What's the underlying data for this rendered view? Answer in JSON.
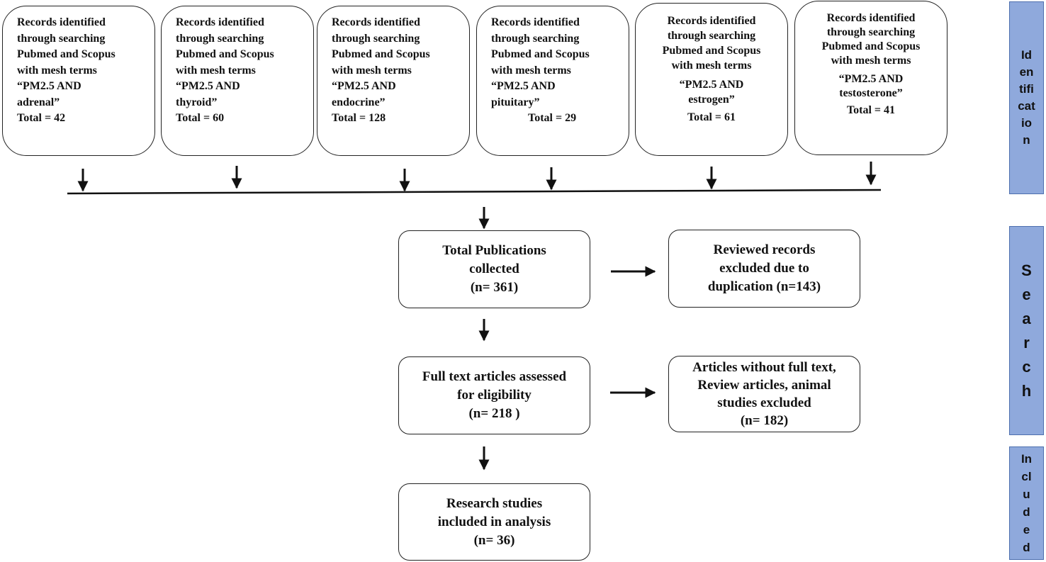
{
  "sources": [
    {
      "lines": [
        "Records identified",
        "through  searching",
        "Pubmed  and Scopus",
        "with mesh terms",
        "“PM2.5 AND",
        "adrenal”",
        "Total = 42"
      ]
    },
    {
      "lines": [
        "Records identified",
        "through  searching",
        "Pubmed  and Scopus",
        "with mesh terms",
        "“PM2.5 AND",
        "thyroid”",
        "Total = 60"
      ]
    },
    {
      "lines": [
        "Records identified",
        "through  searching",
        "Pubmed  and Scopus",
        "with mesh terms",
        "“PM2.5 AND",
        "endocrine”",
        "Total = 128"
      ]
    },
    {
      "lines": [
        "Records identified",
        "through  searching",
        "Pubmed  and Scopus",
        "with mesh terms",
        "“PM2.5 AND",
        "pituitary”",
        "Total = 29"
      ]
    },
    {
      "lines": [
        "Records identified",
        "through  searching",
        "Pubmed  and Scopus",
        "with mesh terms",
        "“PM2.5 AND",
        "estrogen”",
        "Total = 61"
      ]
    },
    {
      "lines": [
        "Records identified",
        "through  searching",
        "Pubmed  and Scopus",
        "with mesh terms",
        "“PM2.5 AND",
        "testosterone”",
        "Total = 41"
      ]
    }
  ],
  "flow": {
    "total": {
      "lines": [
        "Total Publications",
        "collected",
        "(n= 361)"
      ]
    },
    "excluded_duplicates": {
      "lines": [
        "Reviewed records",
        "excluded due to",
        "duplication (n=143)"
      ]
    },
    "assessed": {
      "lines": [
        "Full text articles assessed",
        "for eligibility",
        "(n= 218 )"
      ]
    },
    "excluded_articles": {
      "lines": [
        "Articles without full text,",
        "Review articles, animal",
        "studies excluded",
        "(n= 182)"
      ]
    },
    "included": {
      "lines": [
        "Research studies",
        "included in analysis",
        "(n= 36)"
      ]
    }
  },
  "stages": {
    "identification": [
      "Id",
      "en",
      "tifi",
      "cat",
      "io",
      "n"
    ],
    "search": [
      "S",
      "e",
      "a",
      "r",
      "c",
      "h"
    ],
    "included": [
      "In",
      "cl",
      "u",
      "d",
      "e",
      "d"
    ]
  },
  "colors": {
    "stage_fill": "#8fa9dc",
    "stage_border": "#4d6fae",
    "line": "#111111"
  }
}
